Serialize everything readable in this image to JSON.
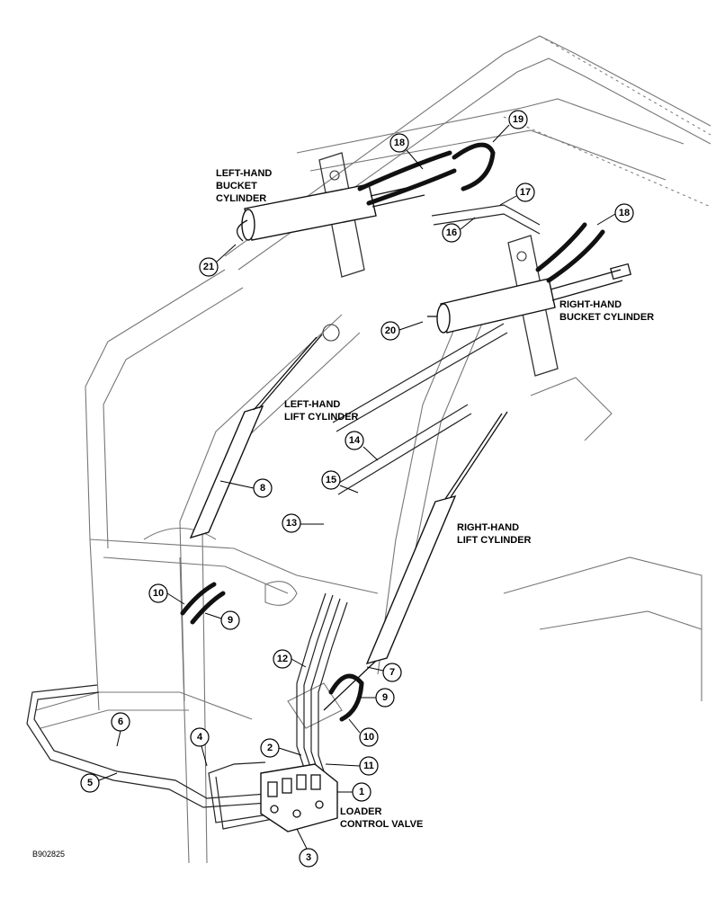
{
  "labels": {
    "lh_bucket": [
      "LEFT-HAND",
      "BUCKET",
      "CYLINDER"
    ],
    "rh_bucket": [
      "RIGHT-HAND",
      "BUCKET CYLINDER"
    ],
    "lh_lift": [
      "LEFT-HAND",
      "LIFT CYLINDER"
    ],
    "rh_lift": [
      "RIGHT-HAND",
      "LIFT CYLINDER"
    ],
    "valve": [
      "LOADER",
      "CONTROL VALVE"
    ]
  },
  "callouts": [
    "1",
    "2",
    "3",
    "4",
    "5",
    "6",
    "7",
    "8",
    "9",
    "9",
    "10",
    "10",
    "11",
    "12",
    "13",
    "14",
    "15",
    "16",
    "17",
    "18",
    "18",
    "19",
    "20",
    "21"
  ],
  "figure_code": "B902825"
}
